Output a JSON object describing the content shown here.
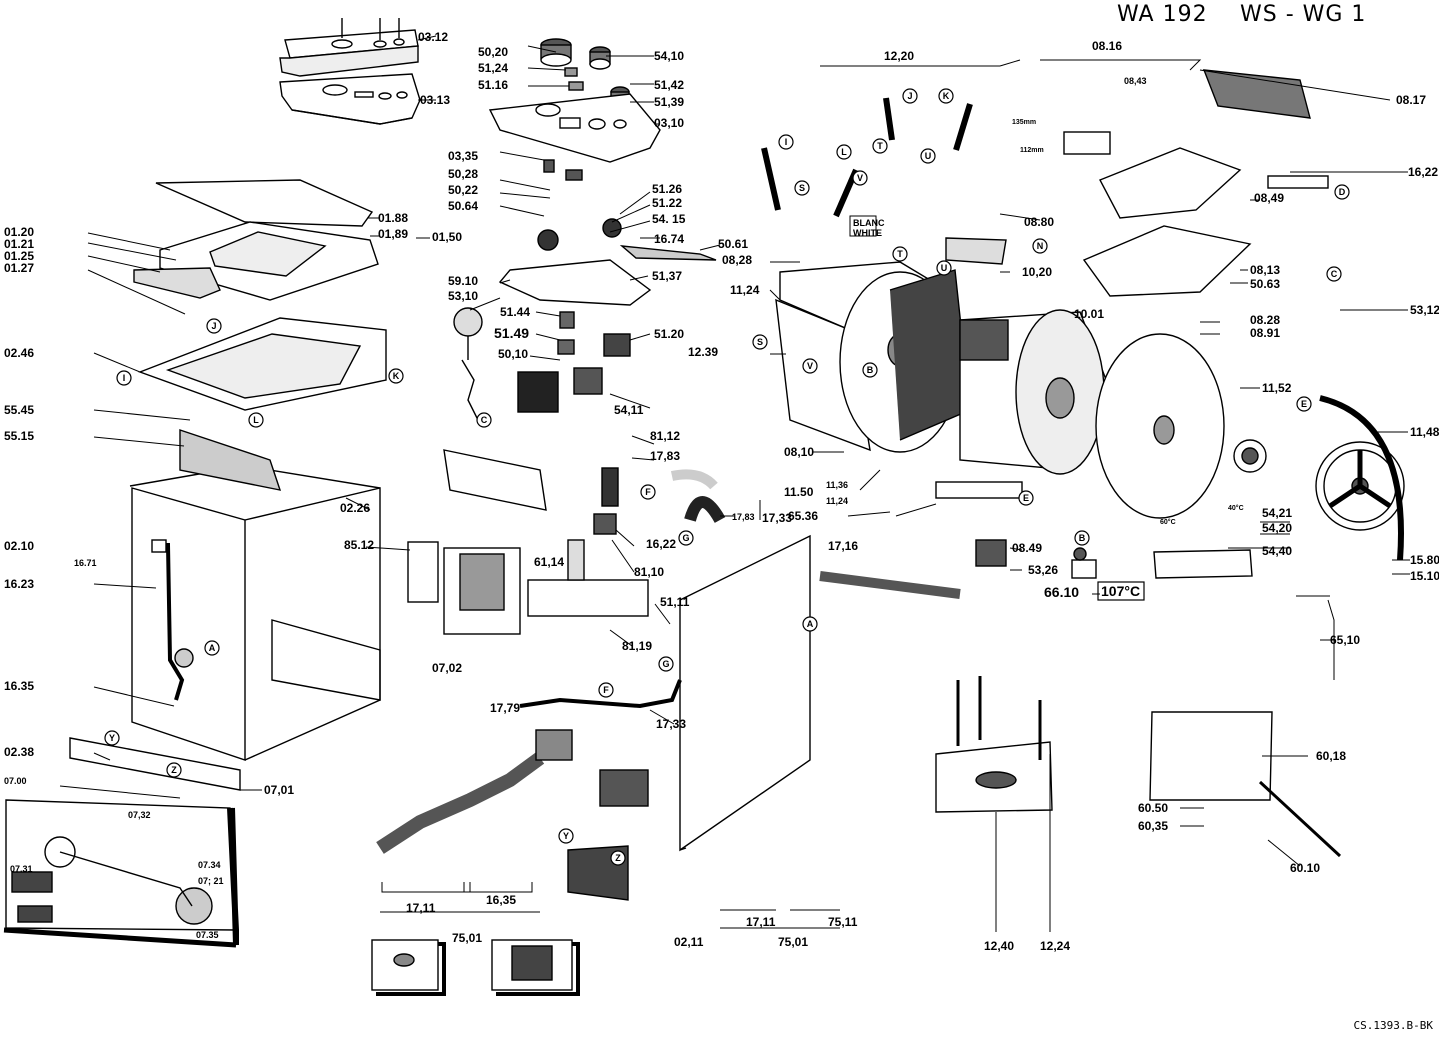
{
  "header": {
    "model": "WA 192",
    "series": "WS -  WG 1"
  },
  "footer": {
    "code": "CS.1393.B-BK"
  },
  "callouts": [
    "A",
    "B",
    "C",
    "D",
    "E",
    "F",
    "G",
    "I",
    "J",
    "K",
    "L",
    "N",
    "S",
    "T",
    "U",
    "V",
    "Y",
    "Z"
  ],
  "notes": {
    "blanc": "BLANC",
    "white": "WHITE",
    "temp": "107°C",
    "mm135": "135mm",
    "mm112": "112mm",
    "deg40": "40°C",
    "deg60": "60°C"
  },
  "labels": [
    {
      "id": "p0312",
      "text": "03.12"
    },
    {
      "id": "p0313",
      "text": "03.13"
    },
    {
      "id": "p5020",
      "text": "50,20"
    },
    {
      "id": "p5124",
      "text": "51,24"
    },
    {
      "id": "p5116",
      "text": "51.16"
    },
    {
      "id": "p5410",
      "text": "54,10"
    },
    {
      "id": "p5142",
      "text": "51,42"
    },
    {
      "id": "p5139",
      "text": "51,39"
    },
    {
      "id": "p0310",
      "text": "03,10"
    },
    {
      "id": "p0335",
      "text": "03,35"
    },
    {
      "id": "p5028",
      "text": "50,28"
    },
    {
      "id": "p5022",
      "text": "50,22"
    },
    {
      "id": "p5064",
      "text": "50.64"
    },
    {
      "id": "p5126",
      "text": "51.26"
    },
    {
      "id": "p5122",
      "text": "51.22"
    },
    {
      "id": "p5415",
      "text": "54. 15"
    },
    {
      "id": "p1674",
      "text": "16.74"
    },
    {
      "id": "p5061",
      "text": "50.61"
    },
    {
      "id": "p5910",
      "text": "59.10"
    },
    {
      "id": "p5310",
      "text": "53,10"
    },
    {
      "id": "p5137",
      "text": "51,37"
    },
    {
      "id": "p5144",
      "text": "51.44"
    },
    {
      "id": "p5149",
      "text": "51.49"
    },
    {
      "id": "p5010",
      "text": "50,10"
    },
    {
      "id": "p5120",
      "text": "51.20"
    },
    {
      "id": "p5411",
      "text": "54,11"
    },
    {
      "id": "p0120",
      "text": "01.20"
    },
    {
      "id": "p0121",
      "text": "01.21"
    },
    {
      "id": "p0125",
      "text": "01.25"
    },
    {
      "id": "p0127",
      "text": "01.27"
    },
    {
      "id": "p0188",
      "text": "01.88"
    },
    {
      "id": "p0189",
      "text": "01,89"
    },
    {
      "id": "p0150",
      "text": "01,50"
    },
    {
      "id": "p0246",
      "text": "02.46"
    },
    {
      "id": "p5545",
      "text": "55.45"
    },
    {
      "id": "p5515",
      "text": "55.15"
    },
    {
      "id": "p0210",
      "text": "02.10"
    },
    {
      "id": "p1671",
      "text": "16.71"
    },
    {
      "id": "p1623",
      "text": "16.23"
    },
    {
      "id": "p0226",
      "text": "02.26"
    },
    {
      "id": "p8512",
      "text": "85.12"
    },
    {
      "id": "p1635",
      "text": "16.35"
    },
    {
      "id": "p0238",
      "text": "02.38"
    },
    {
      "id": "p0700",
      "text": "07.00"
    },
    {
      "id": "p0701",
      "text": "07,01"
    },
    {
      "id": "p0702",
      "text": "07,02"
    },
    {
      "id": "p0732",
      "text": "07,32"
    },
    {
      "id": "p0731",
      "text": "07.31"
    },
    {
      "id": "p0734",
      "text": "07.34"
    },
    {
      "id": "p0721",
      "text": "07; 21"
    },
    {
      "id": "p0735",
      "text": "07.35"
    },
    {
      "id": "p8112",
      "text": "81,12"
    },
    {
      "id": "p1783",
      "text": "17,83"
    },
    {
      "id": "p1783b",
      "text": "17,83"
    },
    {
      "id": "p1733",
      "text": "17,33"
    },
    {
      "id": "p1622",
      "text": "16,22"
    },
    {
      "id": "p8110",
      "text": "81,10"
    },
    {
      "id": "p6114",
      "text": "61,14"
    },
    {
      "id": "p5111",
      "text": "51,11"
    },
    {
      "id": "p8119",
      "text": "81,19"
    },
    {
      "id": "p1779",
      "text": "17,79"
    },
    {
      "id": "p1733b",
      "text": "17,33"
    },
    {
      "id": "p1711",
      "text": "17,11"
    },
    {
      "id": "p1635b",
      "text": "16,35"
    },
    {
      "id": "p7501",
      "text": "75,01"
    },
    {
      "id": "p0211",
      "text": "02,11"
    },
    {
      "id": "p1711b",
      "text": "17,11"
    },
    {
      "id": "p7511",
      "text": "75,11"
    },
    {
      "id": "p7501b",
      "text": "75,01"
    },
    {
      "id": "p1220",
      "text": "12,20"
    },
    {
      "id": "p0816",
      "text": "08.16"
    },
    {
      "id": "p0843",
      "text": "08,43"
    },
    {
      "id": "p0817",
      "text": "08.17"
    },
    {
      "id": "p1622b",
      "text": "16,22"
    },
    {
      "id": "p0849",
      "text": "08,49"
    },
    {
      "id": "p0880",
      "text": "08.80"
    },
    {
      "id": "p0828",
      "text": "08,28"
    },
    {
      "id": "p1020",
      "text": "10,20"
    },
    {
      "id": "p0813",
      "text": "08,13"
    },
    {
      "id": "p5063",
      "text": "50.63"
    },
    {
      "id": "p5312",
      "text": "53,12"
    },
    {
      "id": "p1124",
      "text": "11,24"
    },
    {
      "id": "p1001",
      "text": "10.01"
    },
    {
      "id": "p0828b",
      "text": "08.28"
    },
    {
      "id": "p0891",
      "text": "08.91"
    },
    {
      "id": "p1239",
      "text": "12.39"
    },
    {
      "id": "p1152",
      "text": "11,52"
    },
    {
      "id": "p1148",
      "text": "11,48"
    },
    {
      "id": "p0810",
      "text": "08,10"
    },
    {
      "id": "p1136",
      "text": "11,36"
    },
    {
      "id": "p1150",
      "text": "11.50"
    },
    {
      "id": "p1124b",
      "text": "11,24"
    },
    {
      "id": "p6536",
      "text": "65.36"
    },
    {
      "id": "p5421",
      "text": "54,21"
    },
    {
      "id": "p5420",
      "text": "54,20"
    },
    {
      "id": "p5440",
      "text": "54,40"
    },
    {
      "id": "p1580",
      "text": "15.80"
    },
    {
      "id": "p1510",
      "text": "15.10"
    },
    {
      "id": "p1716",
      "text": "17,16"
    },
    {
      "id": "p0849b",
      "text": "08.49"
    },
    {
      "id": "p5326",
      "text": "53,26"
    },
    {
      "id": "p6610",
      "text": "66.10"
    },
    {
      "id": "p6510",
      "text": "65,10"
    },
    {
      "id": "p6018",
      "text": "60,18"
    },
    {
      "id": "p6050",
      "text": "60.50"
    },
    {
      "id": "p6035",
      "text": "60,35"
    },
    {
      "id": "p6010",
      "text": "60.10"
    },
    {
      "id": "p1240",
      "text": "12,40"
    },
    {
      "id": "p1224",
      "text": "12,24"
    }
  ]
}
